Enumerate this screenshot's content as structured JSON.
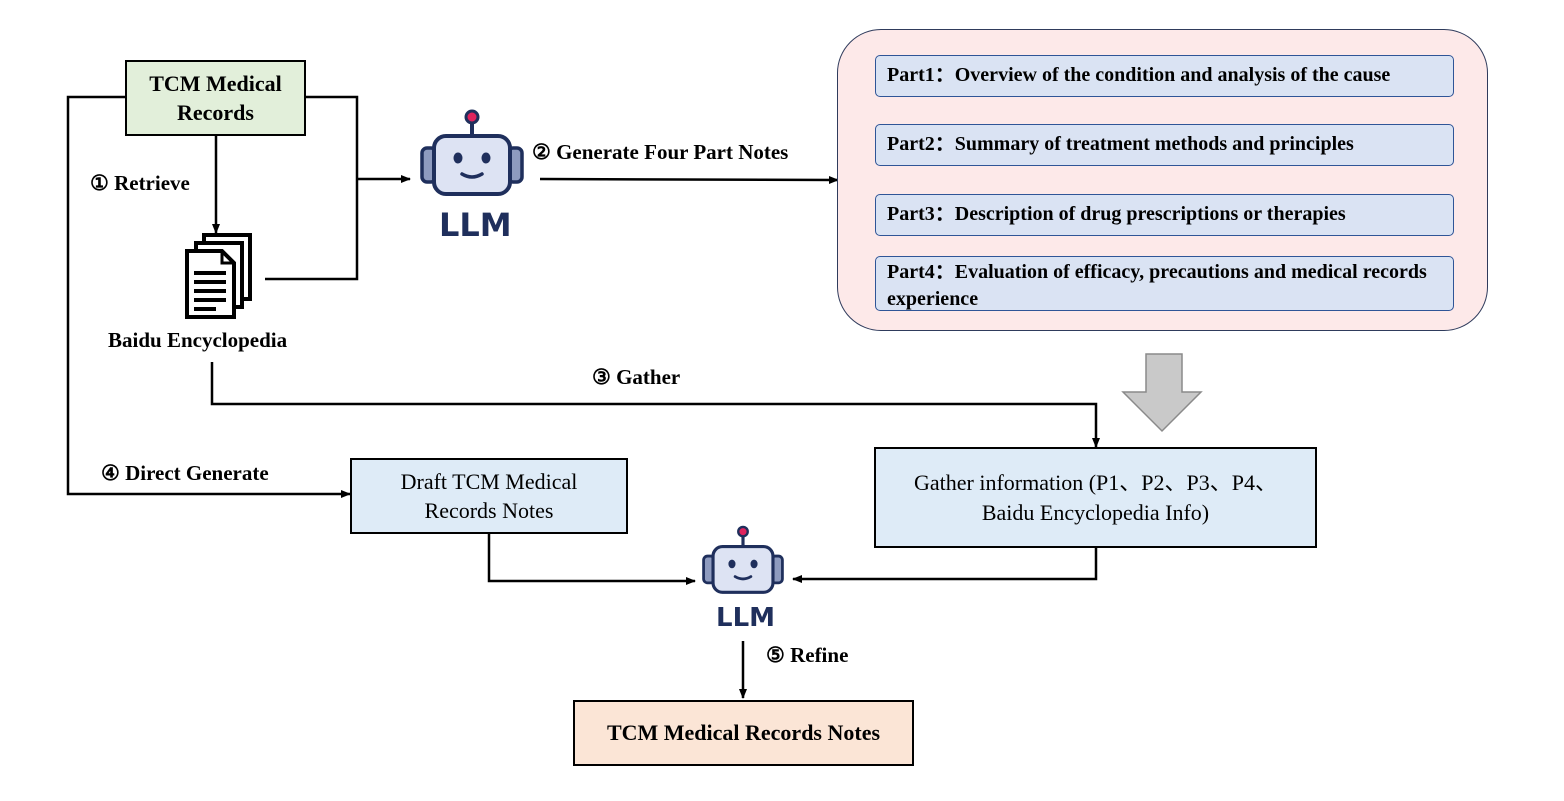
{
  "source": {
    "title": "TCM Medical Records"
  },
  "encyclopedia": {
    "label": "Baidu Encyclopedia"
  },
  "llm": {
    "label_top": "LLM",
    "label_bottom": "LLM"
  },
  "steps": {
    "retrieve": "① Retrieve",
    "generate": "② Generate Four Part Notes",
    "gather": "③ Gather",
    "direct": "④ Direct Generate",
    "refine": "⑤ Refine"
  },
  "parts": [
    "Part1：Overview of the condition and analysis of the cause",
    "Part2：Summary of treatment methods and principles",
    "Part3：Description of drug prescriptions or therapies",
    "Part4：Evaluation of efficacy, precautions and medical records experience"
  ],
  "draft": {
    "label": "Draft TCM Medical Records Notes"
  },
  "gather_box": {
    "label": "Gather information (P1、P2、P3、P4、Baidu Encyclopedia Info)"
  },
  "output": {
    "label": "TCM Medical Records Notes"
  },
  "colors": {
    "source_fill": "#e2efda",
    "parts_panel_fill": "#fde9e9",
    "part_fill": "#dae3f3",
    "draft_fill": "#deebf7",
    "output_fill": "#fbe5d6",
    "arrow_fill": "#c9c9c9",
    "robot_navy": "#1f2f5c",
    "robot_face": "#dde3f3",
    "robot_antenna": "#e0245e"
  }
}
